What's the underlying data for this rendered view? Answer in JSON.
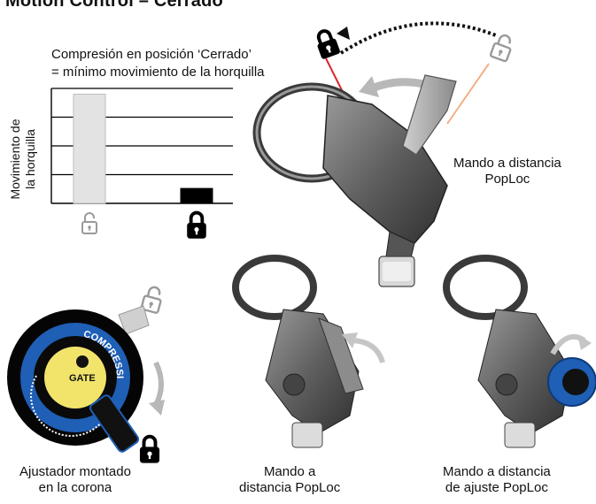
{
  "title": "Motion Control –  Cerrado",
  "chart_caption": {
    "line1": "Compresión en posición ‘Cerrado’",
    "line2": "= mínimo movimiento de la horquilla"
  },
  "chart_data": {
    "type": "bar",
    "categories": [
      "unlocked-icon",
      "locked-icon"
    ],
    "values": [
      95,
      13
    ],
    "ylim": [
      0,
      100
    ],
    "ylabel": "Movimiento de la horquilla",
    "grid": true,
    "colors": [
      "#e3e3e3",
      "#000000"
    ]
  },
  "ylabel": {
    "line1": "Movimiento de",
    "line2": "la horquilla"
  },
  "crown_dial": {
    "ring_text": "COMPRESSION",
    "center_text": "GATE",
    "ring_color": "#1f5fb5"
  },
  "captions": {
    "remote_top": {
      "line1": "Mando a distancia",
      "line2": "PopLoc"
    },
    "crown": {
      "line1": "Ajustador montado",
      "line2": "en la corona"
    },
    "remote_bottom": {
      "line1": "Mando a",
      "line2": "distancia PopLoc"
    },
    "remote_adjust": {
      "line1": "Mando a distancia",
      "line2": "de ajuste PopLoc"
    }
  },
  "colors": {
    "accent_red": "#d9262b",
    "accent_peach": "#f2b08a",
    "arrow_gray": "#b8b8b8"
  }
}
